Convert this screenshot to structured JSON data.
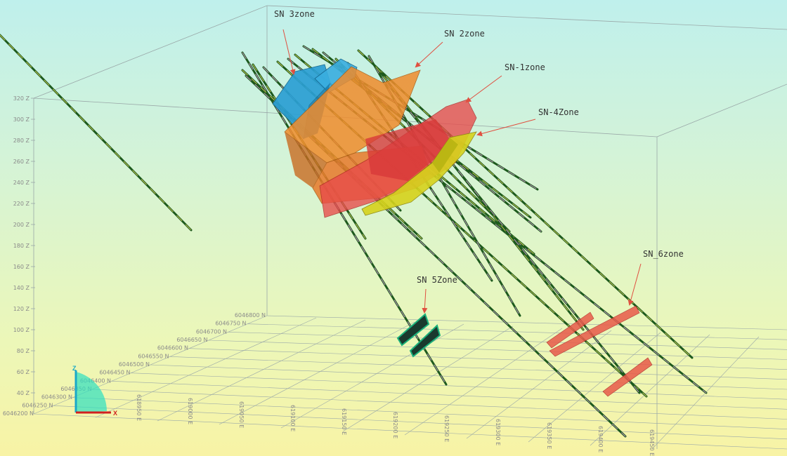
{
  "zones": [
    {
      "id": "sn3",
      "label": "SN 3zone",
      "color": "#2b9fd4"
    },
    {
      "id": "sn2",
      "label": "SN 2zone",
      "color": "#f08c2c"
    },
    {
      "id": "sn1",
      "label": "SN-1zone",
      "color": "#e84a4a"
    },
    {
      "id": "sn4",
      "label": "SN-4Zone",
      "color": "#d6d21c"
    },
    {
      "id": "sn5",
      "label": "SN 5Zone",
      "color": "#1ab07a"
    },
    {
      "id": "sn6",
      "label": "SN_6zone",
      "color": "#e85a4a"
    }
  ],
  "elevation_ticks": [
    "320 Z",
    "300 Z",
    "280 Z",
    "260 Z",
    "240 Z",
    "220 Z",
    "200 Z",
    "180 Z",
    "160 Z",
    "140 Z",
    "120 Z",
    "100 Z",
    "80 Z",
    "60 Z",
    "40 Z"
  ],
  "northing_ticks": [
    "6046800 N",
    "6046750 N",
    "6046700 N",
    "6046650 N",
    "6046600 N",
    "6046550 N",
    "6046500 N",
    "6046450 N",
    "6046400 N",
    "6046350 N",
    "6046300 N",
    "6046250 N",
    "6046200 N"
  ],
  "easting_ticks": [
    "618950 E",
    "619000 E",
    "619050 E",
    "619100 E",
    "619150 E",
    "619200 E",
    "619250 E",
    "619300 E",
    "619350 E",
    "619400 E",
    "619450 E"
  ],
  "axis_triad": {
    "x": "X",
    "z": "Z"
  },
  "colors": {
    "drillhole": "#1d5a1d",
    "grid": "#9aa8a8",
    "arrow": "#e05040"
  }
}
